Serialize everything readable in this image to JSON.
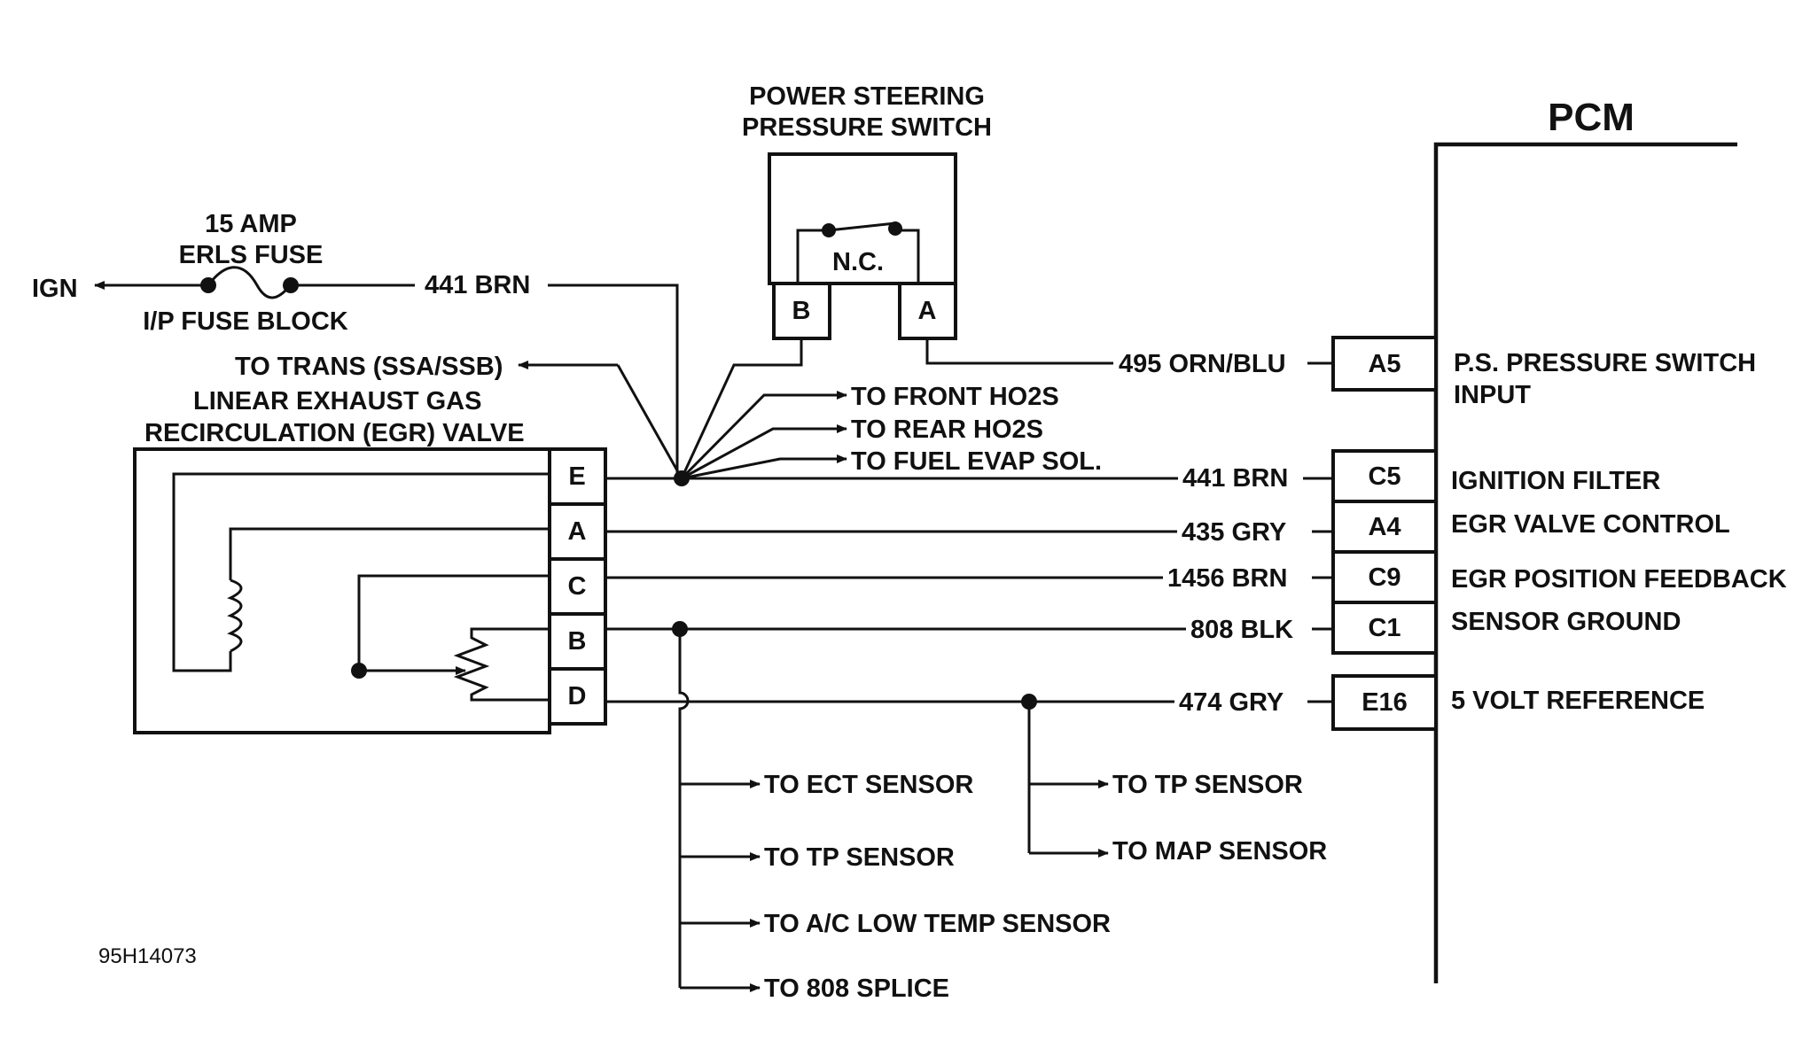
{
  "pcm": {
    "title": "PCM",
    "terminals": [
      {
        "pin": "A5",
        "wire": "495 ORN/BLU",
        "function": "P.S. PRESSURE SWITCH",
        "function2": "INPUT"
      },
      {
        "pin": "C5",
        "wire": "441 BRN",
        "function": "IGNITION FILTER"
      },
      {
        "pin": "A4",
        "wire": "435 GRY",
        "function": "EGR VALVE CONTROL"
      },
      {
        "pin": "C9",
        "wire": "1456 BRN",
        "function": "EGR POSITION FEEDBACK"
      },
      {
        "pin": "C1",
        "wire": "808 BLK",
        "function": "SENSOR GROUND"
      },
      {
        "pin": "E16",
        "wire": "474 GRY",
        "function": "5 VOLT REFERENCE"
      }
    ]
  },
  "ps_switch": {
    "title_line1": "POWER STEERING",
    "title_line2": "PRESSURE SWITCH",
    "state": "N.C.",
    "pin_b": "B",
    "pin_a": "A"
  },
  "fuse": {
    "ign": "IGN",
    "line1": "15 AMP",
    "line2": "ERLS FUSE",
    "block": "I/P FUSE BLOCK",
    "wire": "441 BRN"
  },
  "egr": {
    "title_line1": "LINEAR EXHAUST GAS",
    "title_line2": "RECIRCULATION (EGR) VALVE",
    "pins": [
      "E",
      "A",
      "C",
      "B",
      "D"
    ]
  },
  "splice_ign": {
    "to_trans": "TO TRANS (SSA/SSB)",
    "to_front": "TO FRONT HO2S",
    "to_rear": "TO REAR HO2S",
    "to_evap": "TO FUEL EVAP SOL."
  },
  "ground_branch": [
    "TO ECT SENSOR",
    "TO TP SENSOR",
    "TO A/C LOW TEMP SENSOR",
    "TO 808 SPLICE"
  ],
  "ref_branch": [
    "TO TP SENSOR",
    "TO MAP SENSOR"
  ],
  "figure_code": "95H14073"
}
